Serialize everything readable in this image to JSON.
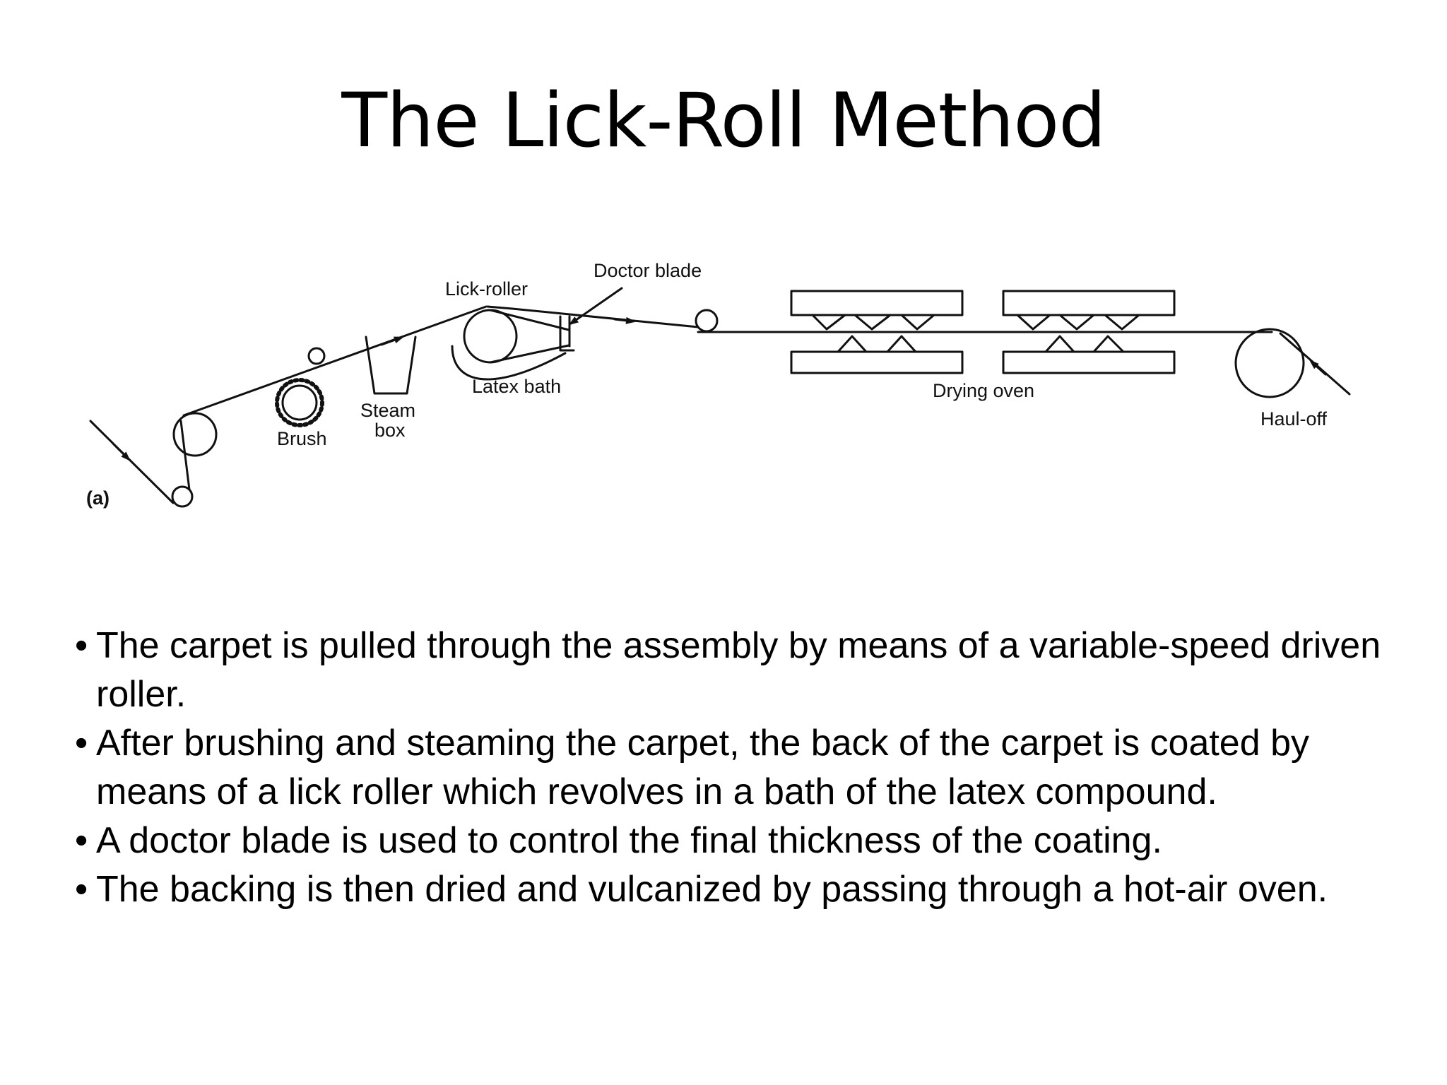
{
  "slide": {
    "title": "The Lick-Roll Method"
  },
  "diagram": {
    "labels": {
      "lick_roller": "Lick-roller",
      "doctor_blade": "Doctor blade",
      "latex_bath": "Latex bath",
      "brush": "Brush",
      "steam_box_line1": "Steam",
      "steam_box_line2": "box",
      "drying_oven": "Drying oven",
      "haul_off": "Haul-off",
      "panel_tag": "(a)"
    }
  },
  "bullets": [
    "The carpet is pulled through the assembly by means of a variable-speed driven roller.",
    "After brushing and steaming the carpet, the back of the carpet is coated by means of a lick roller which revolves in a bath of the latex compound.",
    "A doctor blade is used to control the final thickness of the coating.",
    "The backing is then dried and vulcanized by passing through a hot-air oven."
  ],
  "bullet_symbol": "•"
}
